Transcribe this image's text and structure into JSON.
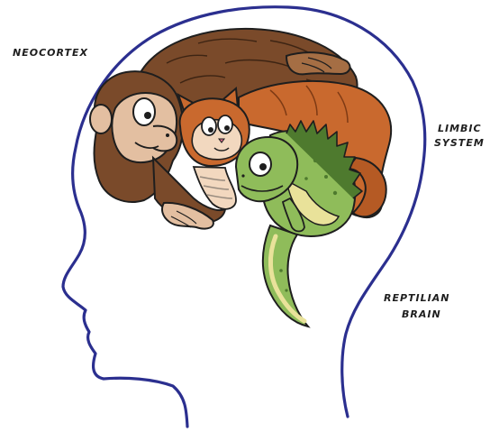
{
  "labels": {
    "neocortex": "NEOCORTEX",
    "limbic_line1": "LIMBIC",
    "limbic_line2": "SYSTEM",
    "reptilian_line1": "REPTILIAN",
    "reptilian_line2": "BRAIN"
  },
  "colors": {
    "head_outline": "#2b2f8f",
    "monkey_fur": "#7a4a2a",
    "monkey_fur_light": "#a56e44",
    "monkey_face": "#e3bfa1",
    "cat_fur": "#c9692e",
    "cat_face": "#f2d8bf",
    "lizard_body": "#8fbc5a",
    "lizard_dark": "#4e7a2e",
    "lizard_belly": "#e9e29a",
    "ink": "#1e1e1e"
  }
}
